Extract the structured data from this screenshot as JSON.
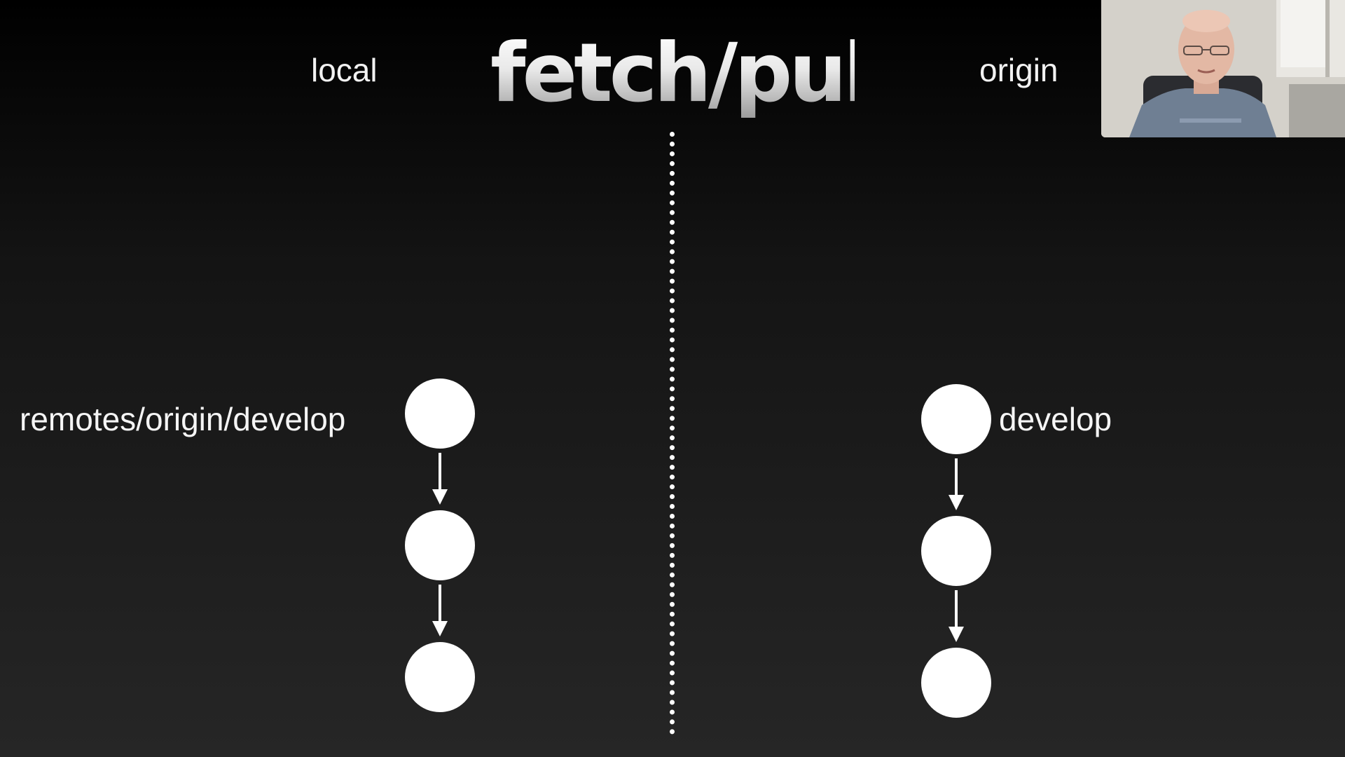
{
  "slide": {
    "title": "fetch/pull",
    "local_label": "local",
    "origin_label": "origin"
  },
  "local": {
    "branch_label": "remotes/origin/develop",
    "commit_count": 3
  },
  "origin": {
    "branch_label": "develop",
    "commit_count": 3
  },
  "colors": {
    "background_top": "#000000",
    "background_bottom": "#262626",
    "node": "#ffffff",
    "text": "#ffffff"
  },
  "icons": {
    "webcam": "presenter-webcam-feed"
  }
}
